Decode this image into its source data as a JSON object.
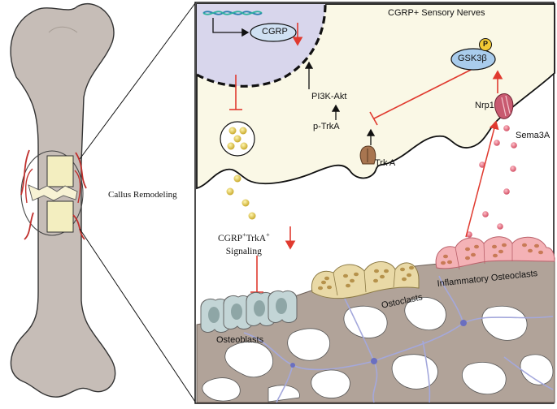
{
  "title": "CGRP+ Sensory Nerves",
  "left_label": "Callus Remodeling",
  "gene_label": "CGRP",
  "pathway": {
    "pi3k": "PI3K-Akt",
    "ptrka": "p-TrkA",
    "trka": "Trk A",
    "gsk": "GSK3β",
    "phospho": "P",
    "nrp1": "Nrp1",
    "sema3a": "Sema3A"
  },
  "signaling": {
    "line1_a": "CGRP",
    "line1_sup_a": "+",
    "line1_b": "TrkA",
    "line1_sup_b": "+",
    "line2": "Signaling"
  },
  "cells": {
    "osteoblasts": "Osteoblasts",
    "osteoclasts": "Ostoclasts",
    "inflammatory": "Inflammatory Osteoclasts"
  },
  "colors": {
    "nerve_fill": "#faf8e6",
    "nucleus_fill": "#d8d6ec",
    "bone_fill": "#b1a399",
    "bone_shaft": "#c6bdb7",
    "arrow_red": "#e03a2f",
    "osteoclast": "#e9d9a6",
    "inflammatory": "#f4b2b6",
    "osteoblast": "#c3d5d6",
    "vessel": "#a4a8dc",
    "granule": "#d9c33a",
    "sema3a_dot": "#e46c7c"
  }
}
